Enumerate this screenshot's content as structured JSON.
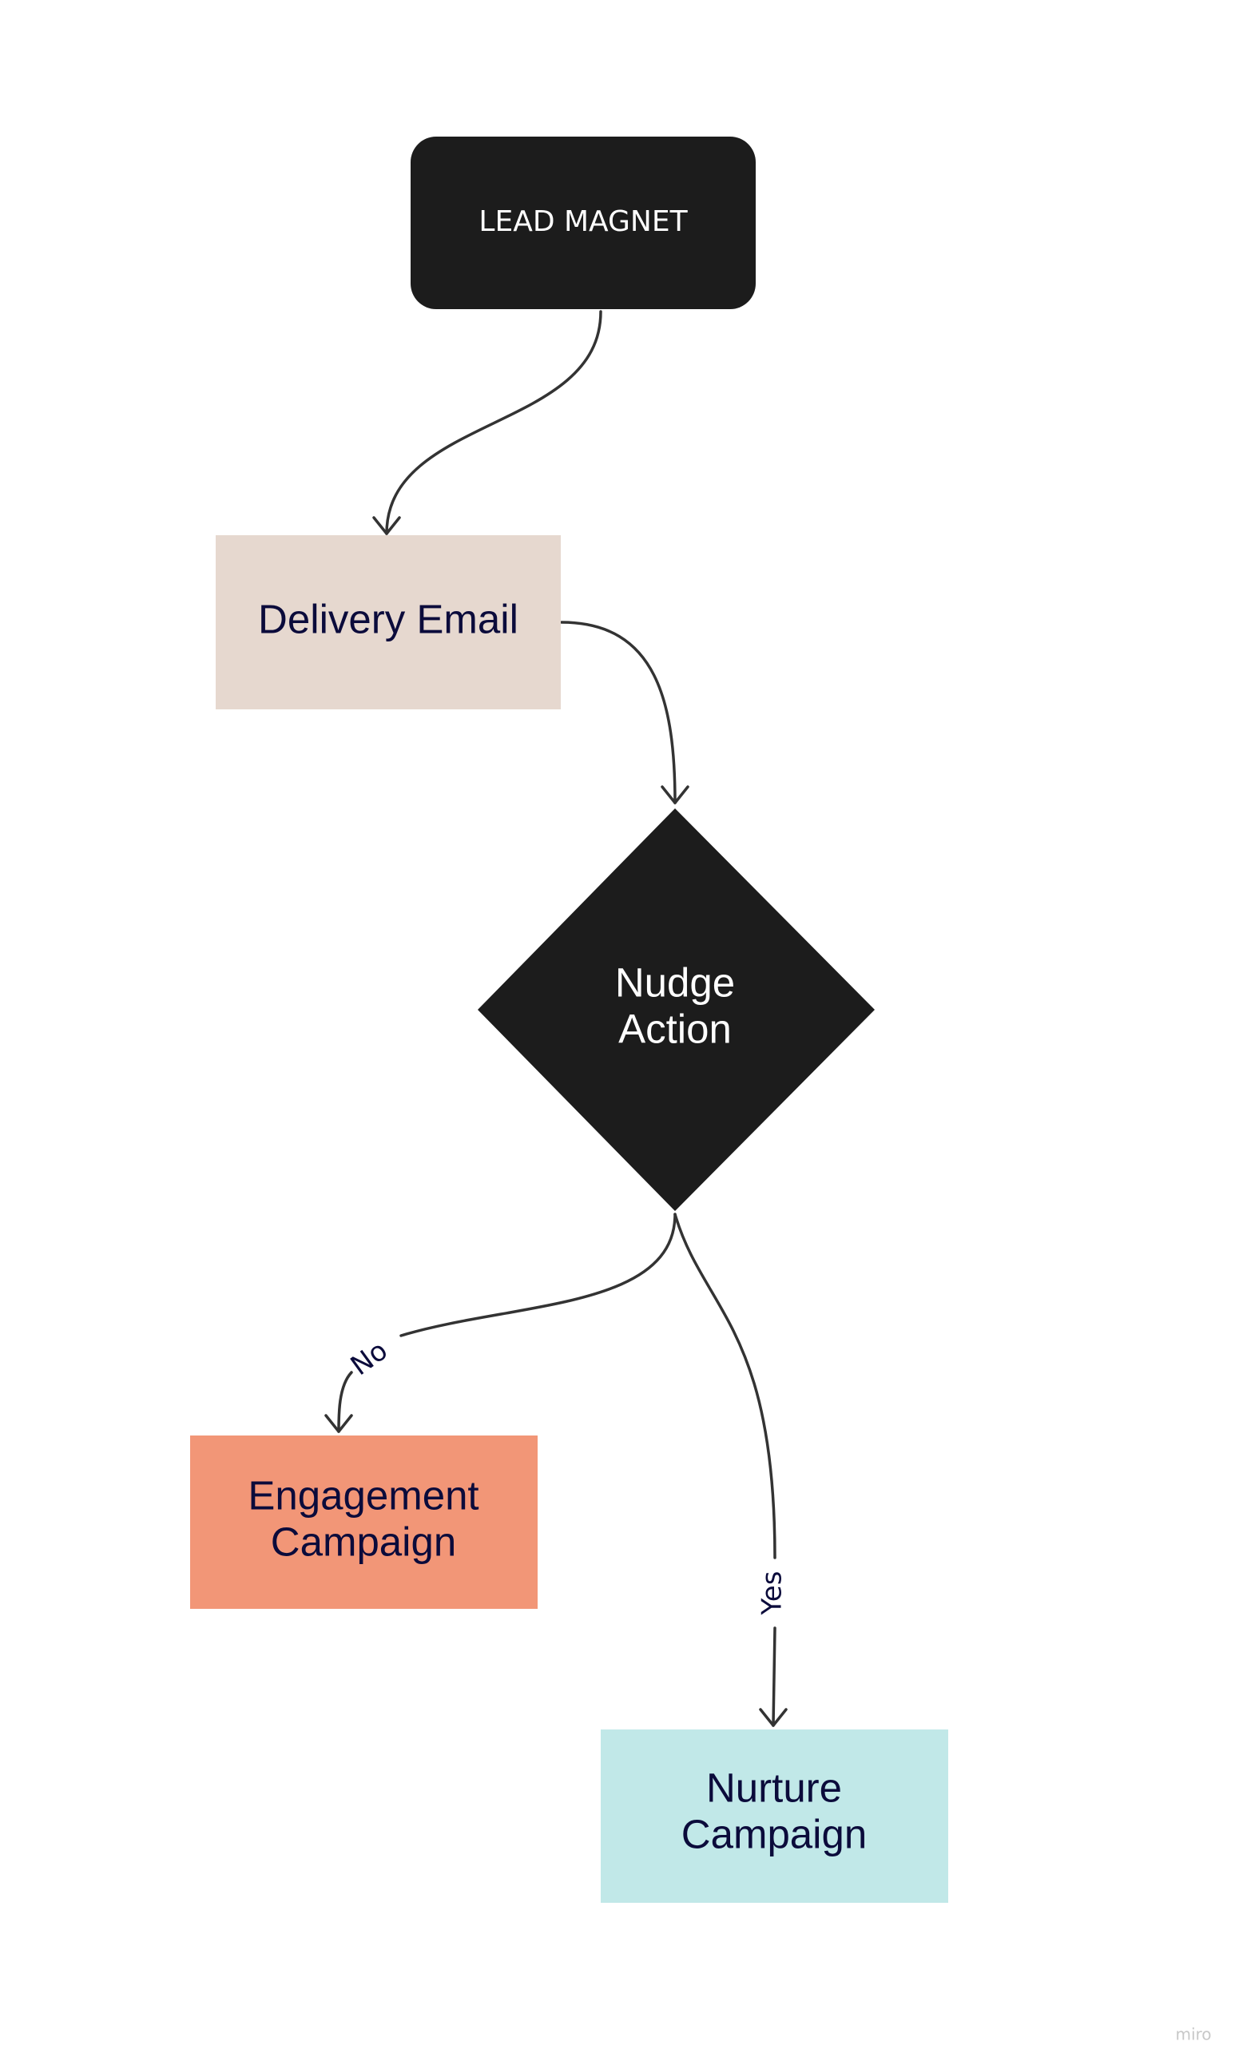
{
  "colors": {
    "background": "#ffffff",
    "dark": "#1c1c1c",
    "edge": "#333333",
    "text_dark": "#0b0b3b",
    "text_light": "#ffffff",
    "delivery_fill": "#e6d8cf",
    "engagement_fill": "#f29677",
    "nurture_fill": "#c1e8e8",
    "watermark": "#c8c8c8"
  },
  "nodes": {
    "lead_magnet": {
      "label": "LEAD MAGNET"
    },
    "delivery_email": {
      "label": "Delivery Email"
    },
    "nudge_action": {
      "label_line1": "Nudge",
      "label_line2": "Action"
    },
    "engagement_campaign": {
      "label_line1": "Engagement",
      "label_line2": "Campaign"
    },
    "nurture_campaign": {
      "label_line1": "Nurture",
      "label_line2": "Campaign"
    }
  },
  "edges": {
    "no_label": "No",
    "yes_label": "Yes"
  },
  "watermark": "miro"
}
